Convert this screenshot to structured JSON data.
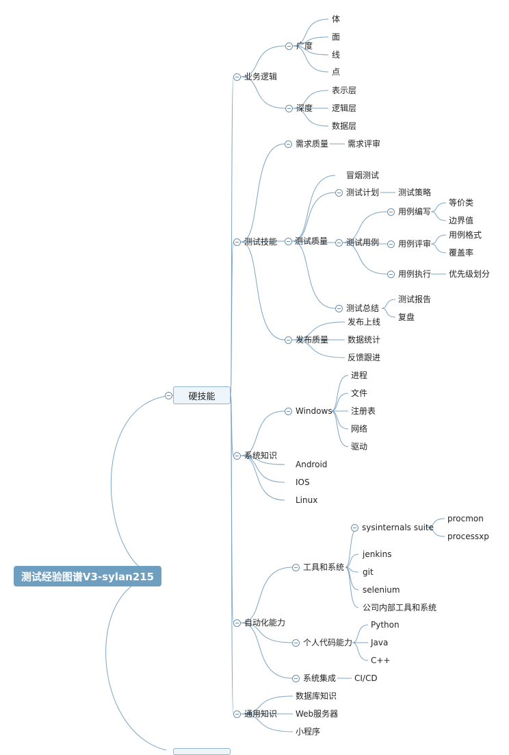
{
  "root": {
    "label": "测试经验图谱V3-sylan215"
  },
  "topic": {
    "label": "硬技能"
  },
  "branches": {
    "biz": {
      "label": "业务逻辑",
      "breadth": {
        "label": "广度",
        "items": [
          "体",
          "面",
          "线",
          "点"
        ]
      },
      "depth": {
        "label": "深度",
        "items": [
          "表示层",
          "逻辑层",
          "数据层"
        ]
      }
    },
    "tech": {
      "label": "测试技能",
      "req": {
        "label": "需求质量",
        "child": "需求评审"
      },
      "quality": {
        "label": "测试质量",
        "smoke": "冒烟测试",
        "plan": {
          "label": "测试计划",
          "child": "测试策略"
        },
        "case": {
          "label": "测试用例",
          "write": {
            "label": "用例编写",
            "items": [
              "等价类",
              "边界值"
            ]
          },
          "review": {
            "label": "用例评审",
            "items": [
              "用例格式",
              "覆盖率"
            ]
          },
          "exec": {
            "label": "用例执行",
            "child": "优先级划分"
          }
        },
        "summary": {
          "label": "测试总结",
          "items": [
            "测试报告",
            "复盘"
          ]
        }
      },
      "release": {
        "label": "发布质量",
        "items": [
          "发布上线",
          "数据统计",
          "反馈跟进"
        ]
      }
    },
    "sys": {
      "label": "系统知识",
      "windows": {
        "label": "Windows",
        "items": [
          "进程",
          "文件",
          "注册表",
          "网络",
          "驱动"
        ]
      },
      "others": [
        "Android",
        "IOS",
        "Linux"
      ]
    },
    "auto": {
      "label": "自动化能力",
      "tools": {
        "label": "工具和系统",
        "sysint": {
          "label": "sysinternals suite",
          "items": [
            "procmon",
            "processxp"
          ]
        },
        "items": [
          "jenkins",
          "git",
          "selenium",
          "公司内部工具和系统"
        ]
      },
      "code": {
        "label": "个人代码能力",
        "items": [
          "Python",
          "Java",
          "C++"
        ]
      },
      "ci": {
        "label": "系统集成",
        "child": "CI/CD"
      }
    },
    "general": {
      "label": "通用知识",
      "items": [
        "数据库知识",
        "Web服务器",
        "小程序"
      ]
    }
  },
  "colors": {
    "line": "#7aa4c4",
    "root_fill": "#6e9fc0",
    "topic_fill": "#eef5fb"
  }
}
